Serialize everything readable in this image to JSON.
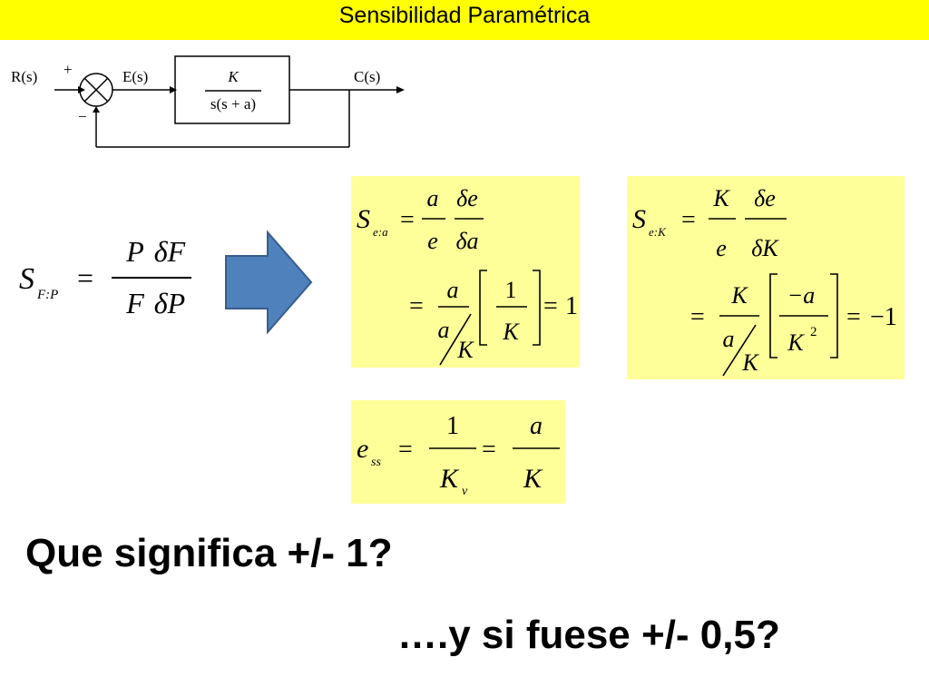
{
  "slide": {
    "title": "Sensibilidad Paramétrica",
    "question1": "Que significa +/- 1?",
    "question2": "….y si fuese +/- 0,5?"
  },
  "block_diagram": {
    "input": "R(s)",
    "plus": "+",
    "minus": "−",
    "error": "E(s)",
    "tf_num": "K",
    "tf_den": "s(s + a)",
    "output": "C(s)"
  },
  "formula_general": {
    "S": "S",
    "sub": "F:P",
    "eq": "=",
    "P": "P",
    "F": "F",
    "dF": "δF",
    "dP": "δP"
  },
  "formula_a": {
    "S": "S",
    "sub": "e:a",
    "a": "a",
    "e": "e",
    "de": "δe",
    "da": "δa",
    "one": "1",
    "K": "K",
    "result": "1"
  },
  "formula_K": {
    "S": "S",
    "sub": "e:K",
    "K": "K",
    "e": "e",
    "de": "δe",
    "dK": "δK",
    "neg_a": "−a",
    "a": "a",
    "K2_exp": "2",
    "result": "−1"
  },
  "formula_ess": {
    "e": "e",
    "sub": "ss",
    "one": "1",
    "Kv": "K",
    "Kv_sub": "v",
    "a": "a",
    "K": "K"
  },
  "colors": {
    "title_bar": "#ffff00",
    "formula_bg": "#ffff99",
    "arrow_fill": "#4f81bd",
    "arrow_stroke": "#385d8a"
  }
}
